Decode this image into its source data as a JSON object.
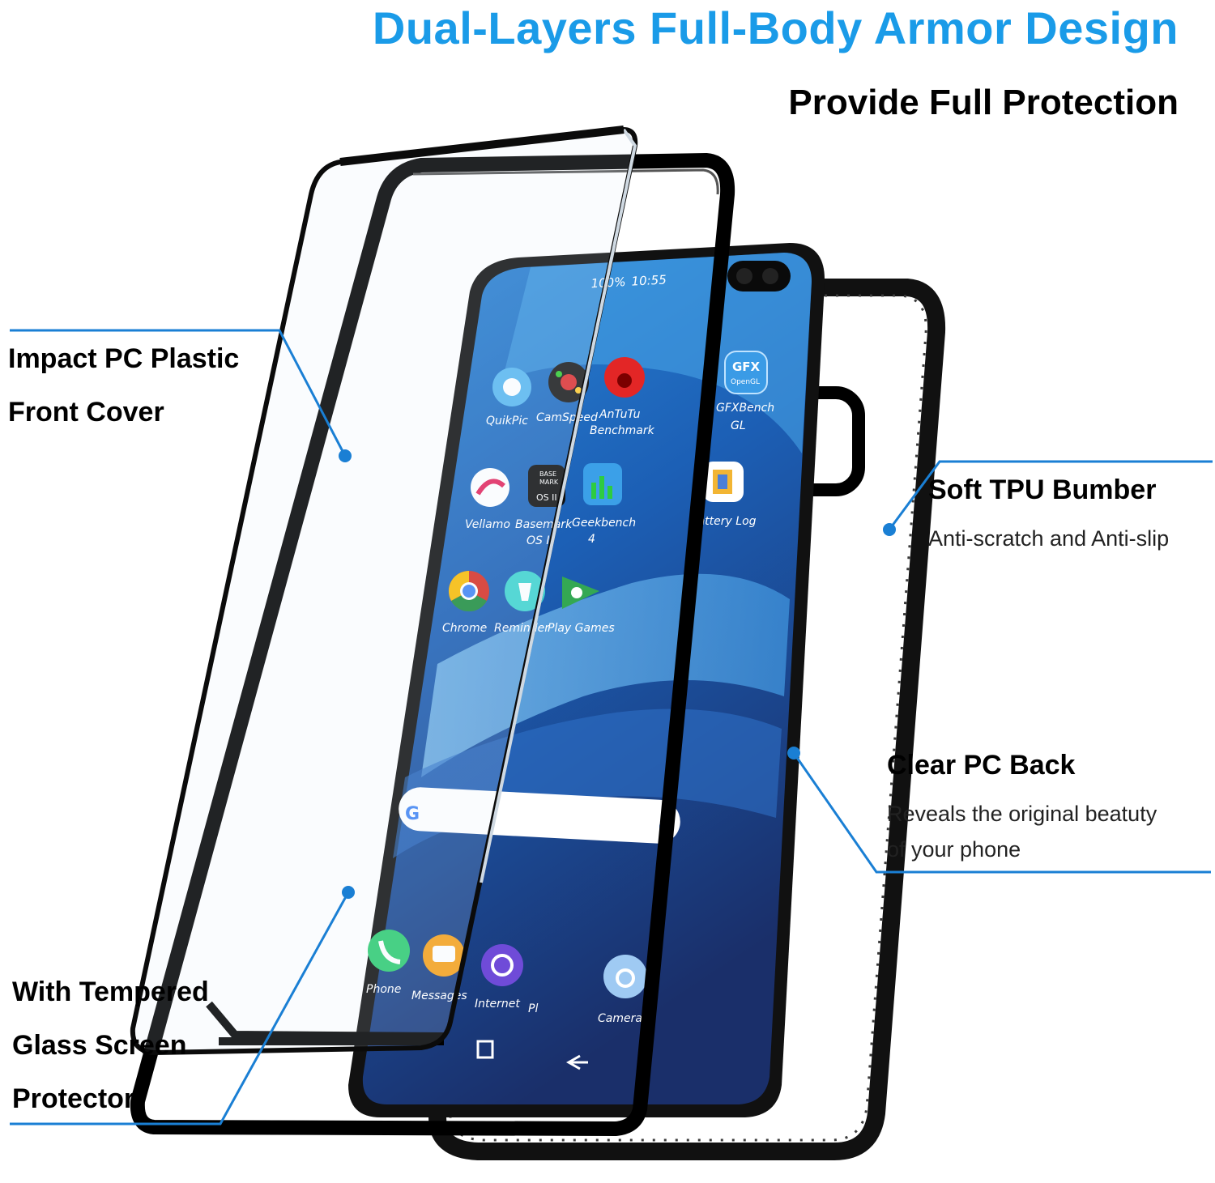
{
  "header": {
    "title": "Dual-Layers Full-Body Armor Design",
    "subtitle": "Provide Full Protection"
  },
  "callouts": {
    "front_cover": {
      "line1": "Impact PC Plastic",
      "line2": "Front Cover"
    },
    "bumper": {
      "title": "Soft TPU Bumber",
      "desc": "Anti-scratch and Anti-slip"
    },
    "back": {
      "title": "Clear PC Back",
      "desc1": "Reveals the original beatuty",
      "desc2": "of your phone"
    },
    "glass": {
      "line1": "With Tempered",
      "line2": "Glass Screen",
      "line3": "Protector"
    }
  },
  "phone": {
    "status_bar": {
      "battery": "100%",
      "time": "10:55"
    },
    "apps": [
      {
        "label": "QuikPic",
        "icon": "quikpic-icon"
      },
      {
        "label": "CamSpeed",
        "icon": "camspeed-icon"
      },
      {
        "label": "AnTuTu",
        "label2": "Benchmark",
        "icon": "antutu-icon"
      },
      {
        "label": "GFXBench",
        "label2": "GL",
        "icon": "gfxbench-icon"
      },
      {
        "label": "Vellamo",
        "icon": "vellamo-icon"
      },
      {
        "label": "Basemark",
        "label2": "OS II",
        "icon": "basemark-icon"
      },
      {
        "label": "Geekbench",
        "label2": "4",
        "icon": "geekbench-icon"
      },
      {
        "label": "Battery Log",
        "icon": "battery-log-icon"
      },
      {
        "label": "Chrome",
        "icon": "chrome-icon"
      },
      {
        "label": "Reminder",
        "icon": "reminder-icon"
      },
      {
        "label": "Play Games",
        "icon": "play-games-icon"
      }
    ],
    "dock": [
      {
        "label": "Phone",
        "icon": "phone-icon"
      },
      {
        "label": "Messages",
        "icon": "messages-icon"
      },
      {
        "label": "Internet",
        "icon": "internet-icon"
      },
      {
        "label": "Pl",
        "icon": "play-store-icon"
      },
      {
        "label": "Camera",
        "icon": "camera-icon"
      }
    ],
    "icon_texts": {
      "gfx": "GFX",
      "opengl": "OpenGL",
      "base": "BASE",
      "mark": "MARK",
      "os2": "OS II",
      "google": "G"
    }
  },
  "colors": {
    "accent": "#1a9be8",
    "callout_line": "#1a7fd4",
    "case": "#111111"
  }
}
